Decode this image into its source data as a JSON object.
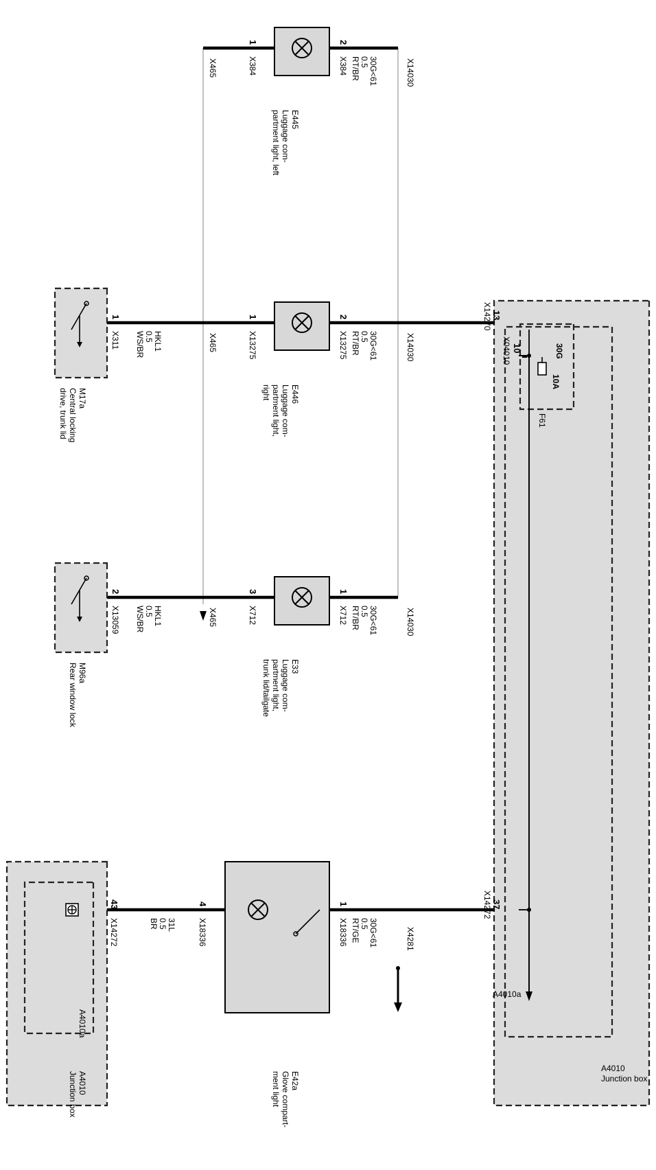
{
  "a4010_top": {
    "code": "A4010",
    "name": "Junction box"
  },
  "a4010_bottom": {
    "code": "A4010",
    "name": "Junction box"
  },
  "a4010a_top": {
    "code": "A4010a"
  },
  "a4010a_bottom": {
    "code": "A4010a"
  },
  "f61": {
    "code": "F61",
    "circuit": "30G",
    "rating": "10A",
    "connector": "X04010",
    "pin": "10"
  },
  "a4010a_connectors": {
    "c1": {
      "pin": "13",
      "conn": "X14270"
    },
    "c2": {
      "pin": "37",
      "conn": "X14272"
    },
    "c3": {
      "pin": "43",
      "conn": "X14272"
    }
  },
  "splice_30g": "X14030",
  "splice_31": "X465",
  "splice_glove": "X4281",
  "e445": {
    "code": "E445",
    "desc": [
      "Luggage com-",
      "partment light, left"
    ],
    "pin_a": "2",
    "conn_a": "X384",
    "wire_a": [
      "30G<61",
      "0.5",
      "RT/BR"
    ],
    "pin_b": "1",
    "conn_b": "X384"
  },
  "e446": {
    "code": "E446",
    "desc": [
      "Luggage com-",
      "partment light,",
      "right"
    ],
    "pin_a": "2",
    "conn_a": "X13275",
    "wire_a": [
      "30G<61",
      "0.5",
      "RT/BR"
    ],
    "pin_b": "1",
    "conn_b": "X13275",
    "wire_b": [
      "HKL1",
      "0.5",
      "WS/BR"
    ]
  },
  "e33": {
    "code": "E33",
    "desc": [
      "Luggage com-",
      "partment light,",
      "trunk lid/tailgate"
    ],
    "pin_a": "1",
    "conn_a": "X712",
    "wire_a": [
      "30G<61",
      "0.5",
      "RT/BR"
    ],
    "pin_b": "3",
    "conn_b": "X712",
    "wire_b": [
      "HKL1",
      "0.5",
      "WS/BR"
    ]
  },
  "e42a": {
    "code": "E42a",
    "desc": [
      "Glove compart-",
      "ment light"
    ],
    "pin_a": "1",
    "conn_a": "X18336",
    "wire_a": [
      "30G<61",
      "0.5",
      "RT/GE"
    ],
    "pin_b": "4",
    "conn_b": "X18336",
    "wire_b": [
      "31L",
      "0.5",
      "BR"
    ]
  },
  "m17a": {
    "code": "M17a",
    "desc": [
      "Central locking",
      "drive, trunk lid"
    ],
    "pin": "1",
    "conn": "X311"
  },
  "m96a": {
    "code": "M96a",
    "desc": [
      "Rear window lock"
    ],
    "pin": "2",
    "conn": "X13059"
  }
}
